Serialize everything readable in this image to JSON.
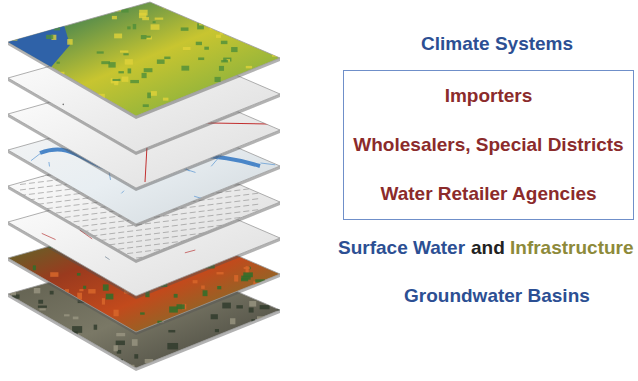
{
  "diagram": {
    "nodes": [
      {
        "text": [
          "Importers",
          "Wholesalers, Special Districts",
          "Water Retailer Agencies"
        ]
      }
    ],
    "labels": [
      "Climate Systems",
      "Surface Water",
      "and",
      "Infrastructure",
      "Groundwater Basins"
    ]
  }
}
